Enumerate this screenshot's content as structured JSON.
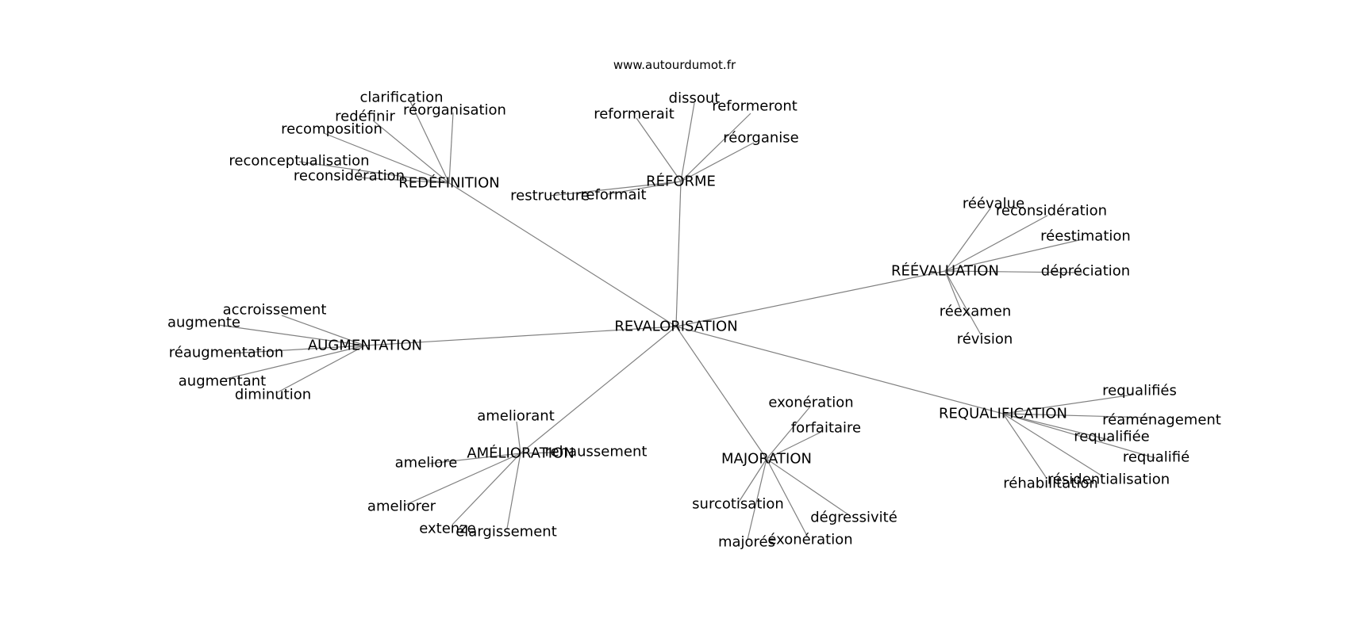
{
  "credit": "www.autourdumot.fr",
  "colors": {
    "edge": "#808080",
    "text": "#000000",
    "background": "#ffffff"
  },
  "graph": {
    "root": "REVALORISATION",
    "groups": [
      {
        "hub": "REDÉFINITION",
        "leaves": [
          "clarification",
          "redéfinir",
          "réorganisation",
          "recomposition",
          "reconceptualisation",
          "reconsidération"
        ]
      },
      {
        "hub": "RÉFORME",
        "leaves": [
          "dissout",
          "reformerait",
          "reformeront",
          "réorganise",
          "restructure",
          "reformait"
        ]
      },
      {
        "hub": "RÉÉVALUATION",
        "leaves": [
          "réévalue",
          "reconsidération",
          "réestimation",
          "dépréciation",
          "réexamen",
          "révision"
        ]
      },
      {
        "hub": "AUGMENTATION",
        "leaves": [
          "accroissement",
          "augmente",
          "réaugmentation",
          "augmentant",
          "diminution"
        ]
      },
      {
        "hub": "AMÉLIORATION",
        "leaves": [
          "ameliorant",
          "ameliore",
          "rehaussement",
          "ameliorer",
          "extenze",
          "élargissement"
        ]
      },
      {
        "hub": "MAJORATION",
        "leaves": [
          "exonération",
          "forfaitaire",
          "surcotisation",
          "dégressivité",
          "majorés",
          "éxonération"
        ]
      },
      {
        "hub": "REQUALIFICATION",
        "leaves": [
          "requalifiés",
          "réaménagement",
          "requalifiée",
          "requalifié",
          "résidentialisation",
          "réhabilitation"
        ]
      }
    ]
  }
}
